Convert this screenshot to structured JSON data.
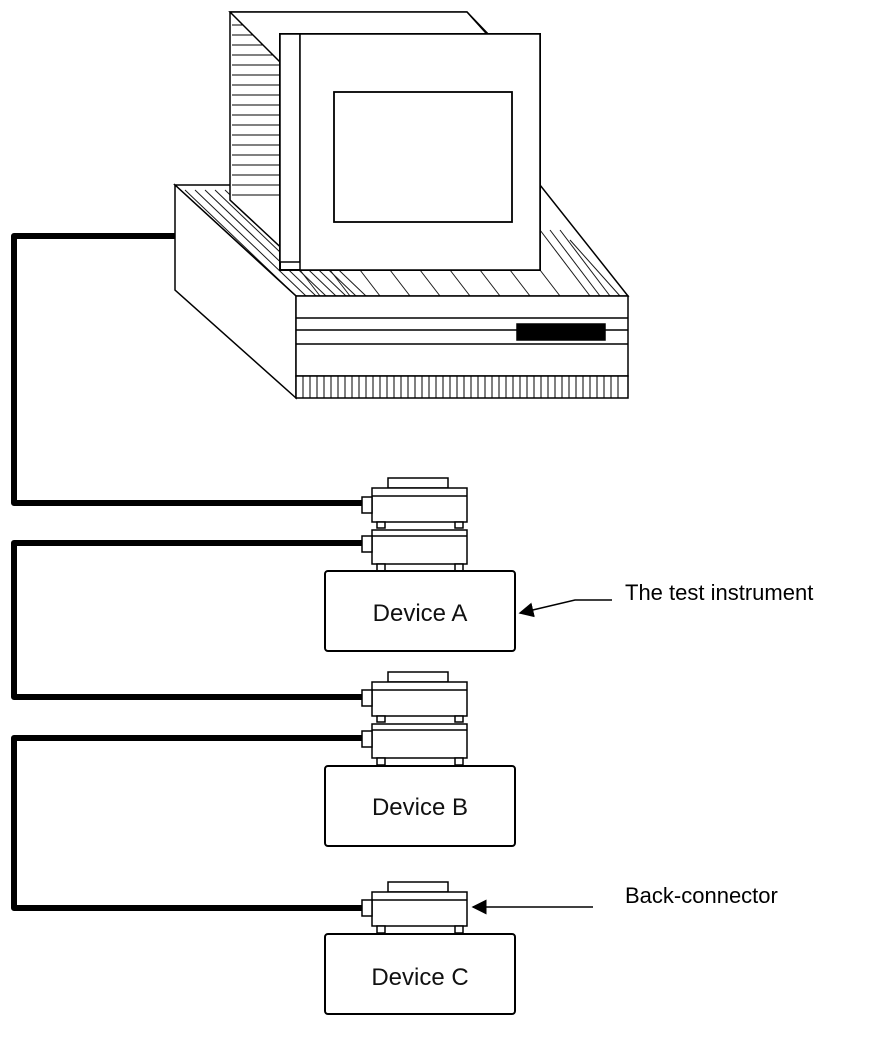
{
  "devices": [
    {
      "label": "Device A"
    },
    {
      "label": "Device B"
    },
    {
      "label": "Device C"
    }
  ],
  "annotations": {
    "test_instrument": "The test instrument",
    "back_connector": "Back-connector"
  }
}
